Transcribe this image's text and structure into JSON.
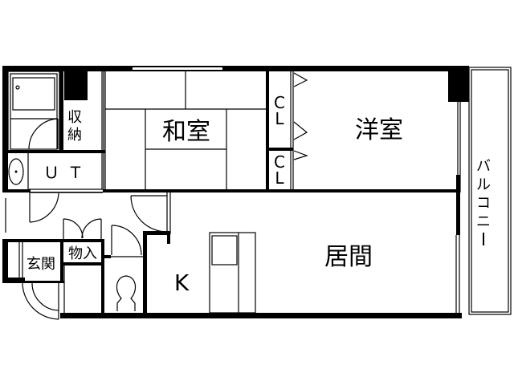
{
  "floorplan": {
    "rooms": {
      "washitsu": "和室",
      "youshitsu": "洋室",
      "ima": "居間",
      "kitchen": "K",
      "shuno_1": "収",
      "shuno_2": "納",
      "ut": "ＵＴ",
      "genkan": "玄関",
      "monoire": "物入",
      "closet_1": "CL",
      "closet_2": "CL",
      "balcony": [
        "バ",
        "ル",
        "コ",
        "ニ",
        "ー"
      ]
    }
  }
}
